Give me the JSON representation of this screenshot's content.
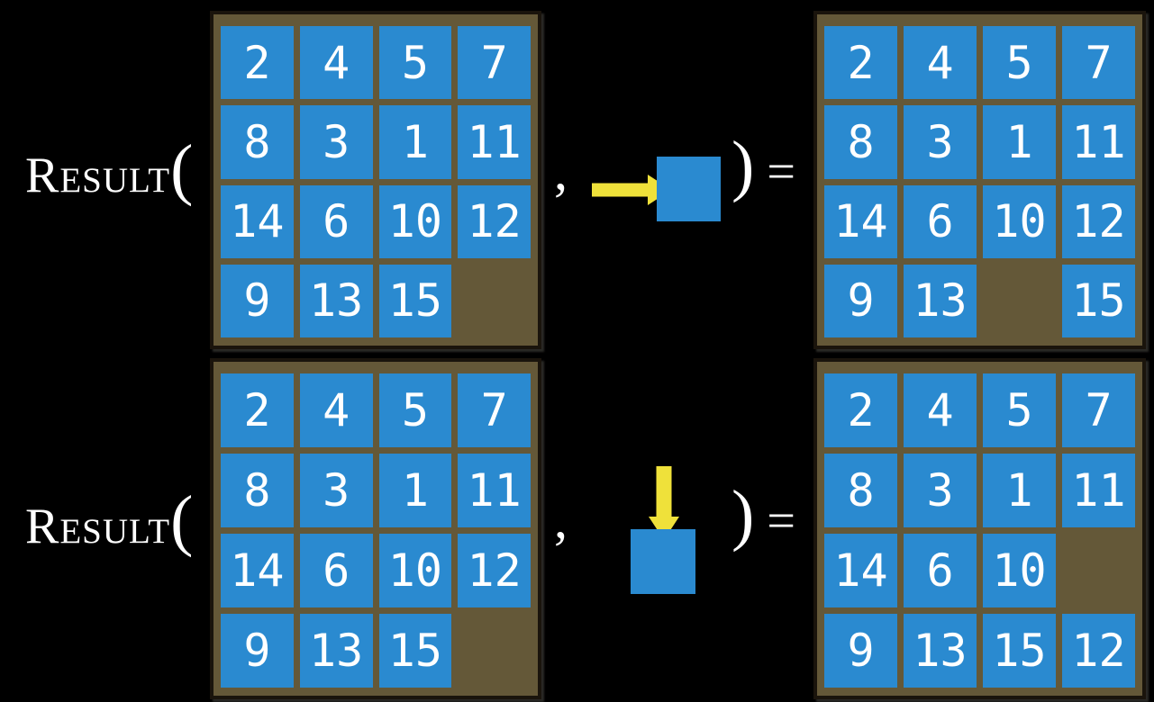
{
  "colors": {
    "background": "#000000",
    "board_brown": "#645838",
    "board_frame": "#1a140c",
    "tile_blue": "#2a8ad0",
    "tile_text": "#ffffff",
    "arrow_yellow": "#efe13a",
    "label_text": "#ffffff"
  },
  "equations": [
    {
      "function_name": "Result",
      "open_paren": "(",
      "comma": ",",
      "close_paren": ")",
      "equals_sign": "=",
      "move_direction": "right",
      "input_grid": {
        "rows": [
          [
            "2",
            "4",
            "5",
            "7"
          ],
          [
            "8",
            "3",
            "1",
            "11"
          ],
          [
            "14",
            "6",
            "10",
            "12"
          ],
          [
            "9",
            "13",
            "15",
            ""
          ]
        ]
      },
      "output_grid": {
        "rows": [
          [
            "2",
            "4",
            "5",
            "7"
          ],
          [
            "8",
            "3",
            "1",
            "11"
          ],
          [
            "14",
            "6",
            "10",
            "12"
          ],
          [
            "9",
            "13",
            "",
            "15"
          ]
        ]
      }
    },
    {
      "function_name": "Result",
      "open_paren": "(",
      "comma": ",",
      "close_paren": ")",
      "equals_sign": "=",
      "move_direction": "down",
      "input_grid": {
        "rows": [
          [
            "2",
            "4",
            "5",
            "7"
          ],
          [
            "8",
            "3",
            "1",
            "11"
          ],
          [
            "14",
            "6",
            "10",
            "12"
          ],
          [
            "9",
            "13",
            "15",
            ""
          ]
        ]
      },
      "output_grid": {
        "rows": [
          [
            "2",
            "4",
            "5",
            "7"
          ],
          [
            "8",
            "3",
            "1",
            "11"
          ],
          [
            "14",
            "6",
            "10",
            ""
          ],
          [
            "9",
            "13",
            "15",
            "12"
          ]
        ]
      }
    }
  ]
}
